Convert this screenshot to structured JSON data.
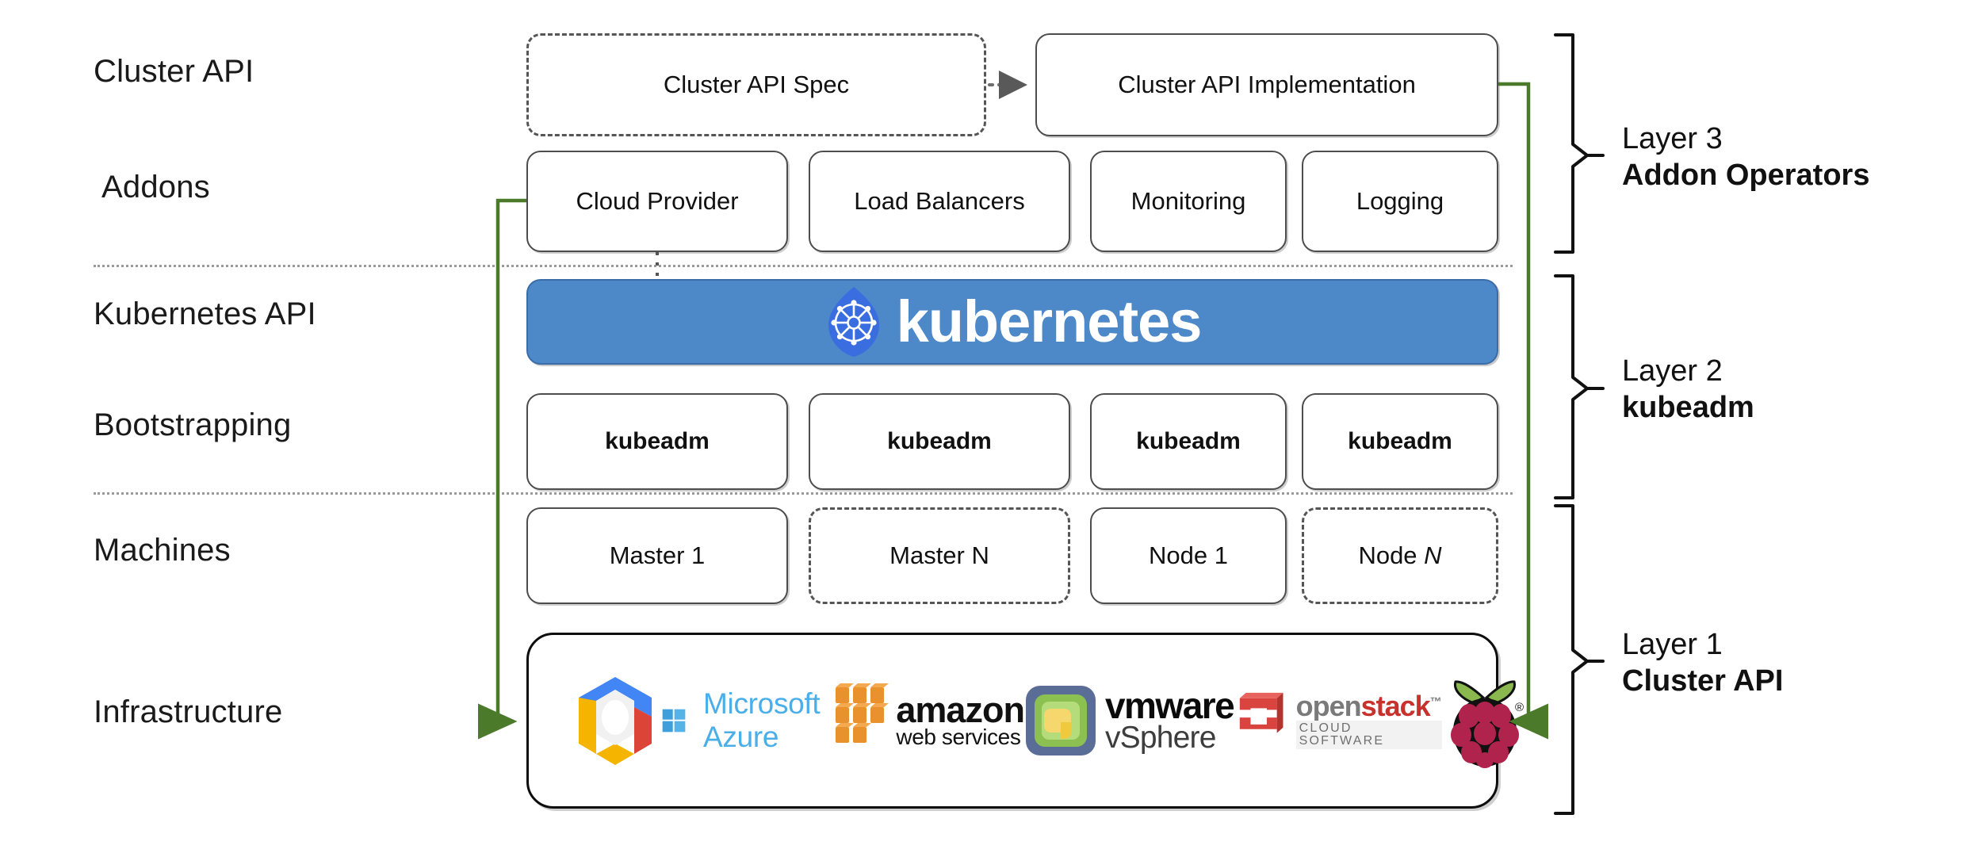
{
  "diagram": {
    "title": "Cluster API layered architecture",
    "accent_green": "#4a7a2a",
    "k8s_blue": "#4d88c9",
    "row_labels": [
      {
        "key": "cluster-api",
        "text": "Cluster API"
      },
      {
        "key": "addons",
        "text": "Addons"
      },
      {
        "key": "kubernetes-api",
        "text": "Kubernetes API"
      },
      {
        "key": "bootstrapping",
        "text": "Bootstrapping"
      },
      {
        "key": "machines",
        "text": "Machines"
      },
      {
        "key": "infrastructure",
        "text": "Infrastructure"
      }
    ],
    "cluster_api_row": [
      {
        "key": "cluster-api-spec",
        "text": "Cluster API Spec",
        "style": "dashed"
      },
      {
        "key": "cluster-api-implementation",
        "text": "Cluster API Implementation",
        "style": "solid"
      }
    ],
    "addons_row": [
      {
        "key": "cloud-provider",
        "text": "Cloud Provider"
      },
      {
        "key": "load-balancers",
        "text": "Load Balancers"
      },
      {
        "key": "monitoring",
        "text": "Monitoring"
      },
      {
        "key": "logging",
        "text": "Logging"
      }
    ],
    "kubernetes_banner": {
      "wordmark": "kubernetes",
      "logo_name": "kubernetes-helm-wheel-icon"
    },
    "bootstrapping_row": [
      {
        "key": "kubeadm-1",
        "text": "kubeadm"
      },
      {
        "key": "kubeadm-2",
        "text": "kubeadm"
      },
      {
        "key": "kubeadm-3",
        "text": "kubeadm"
      },
      {
        "key": "kubeadm-4",
        "text": "kubeadm"
      }
    ],
    "machines_row": [
      {
        "key": "master-1",
        "text": "Master 1",
        "style": "solid"
      },
      {
        "key": "master-n",
        "text": "Master N",
        "style": "dashed"
      },
      {
        "key": "node-1",
        "text": "Node 1",
        "style": "solid"
      },
      {
        "key": "node-n",
        "text": "Node N",
        "style": "dashed",
        "italic_tail": true
      }
    ],
    "infrastructure_logos": [
      {
        "key": "google-cloud",
        "name": "google-cloud-platform-logo",
        "text": ""
      },
      {
        "key": "microsoft-azure",
        "name": "microsoft-azure-logo",
        "text": "Microsoft Azure"
      },
      {
        "key": "amazon-web-services",
        "name": "amazon-web-services-logo",
        "text": "amazon",
        "subtext": "web services"
      },
      {
        "key": "vmware-vsphere",
        "name": "vmware-vsphere-logo",
        "text": "vmware",
        "subtext": "vSphere"
      },
      {
        "key": "openstack",
        "name": "openstack-logo",
        "text": "openstack",
        "subtext": "CLOUD SOFTWARE"
      },
      {
        "key": "raspberry-pi",
        "name": "raspberry-pi-logo",
        "text": ""
      }
    ],
    "layers": [
      {
        "key": "layer-3",
        "line1": "Layer 3",
        "line2": "Addon Operators"
      },
      {
        "key": "layer-2",
        "line1": "Layer 2",
        "line2": "kubeadm"
      },
      {
        "key": "layer-1",
        "line1": "Layer 1",
        "line2": "Cluster API"
      }
    ]
  }
}
